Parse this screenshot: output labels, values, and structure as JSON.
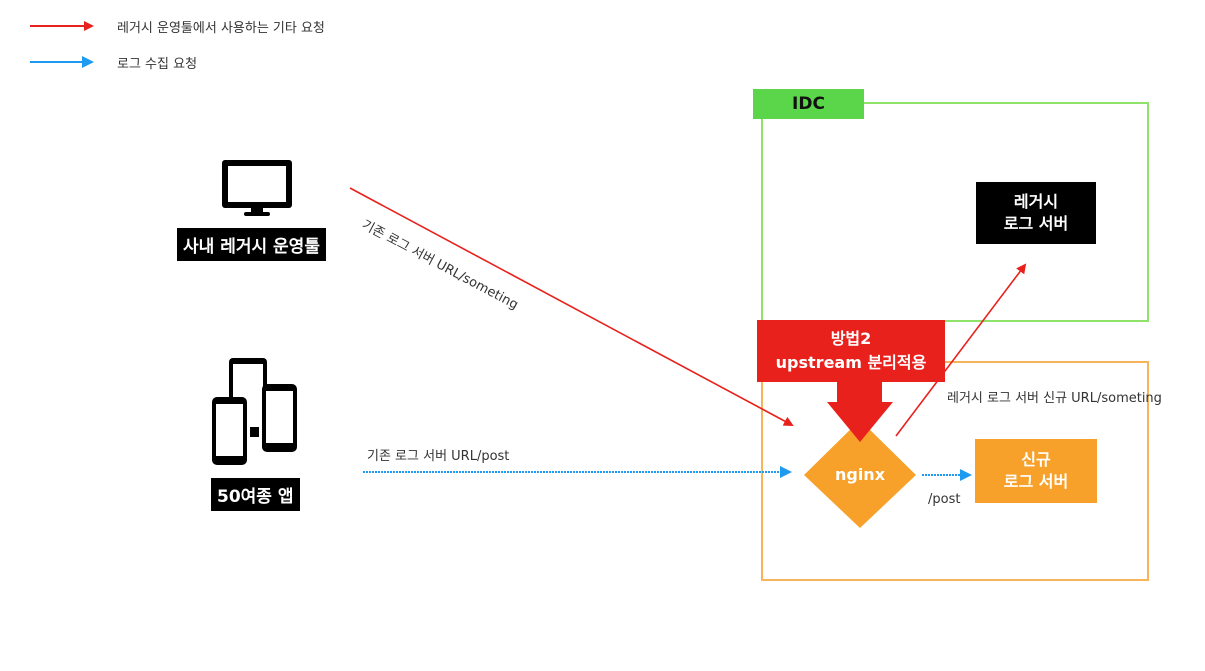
{
  "legend": {
    "items": [
      {
        "label": "레거시 운영툴에서 사용하는 기타 요청",
        "color": "#e8211c"
      },
      {
        "label": "로그 수집 요청",
        "color": "#1e9bf0"
      }
    ]
  },
  "nodes": {
    "internal_tool": {
      "label": "사내 레거시 운영툴",
      "icon": "monitor-icon"
    },
    "apps": {
      "label": "50여종 앱",
      "icon": "smartphones-icon"
    },
    "idc": {
      "label": "IDC",
      "color": "#5bd64a"
    },
    "legacy_server": {
      "line1": "레거시",
      "line2": "로그 서버"
    },
    "new_server": {
      "line1": "신규",
      "line2": "로그 서버",
      "color": "#f7a12a"
    },
    "nginx": {
      "label": "nginx",
      "color": "#f7a12a"
    },
    "method": {
      "line1": "방법2",
      "line2": "upstream 분리적용",
      "color": "#e8211c"
    }
  },
  "edges": {
    "tool_to_nginx": "기존 로그 서버 URL/someting",
    "apps_to_nginx": "기존 로그 서버 URL/post",
    "nginx_to_legacy": "레거시 로그 서버 신규 URL/someting",
    "nginx_to_new": "/post"
  }
}
